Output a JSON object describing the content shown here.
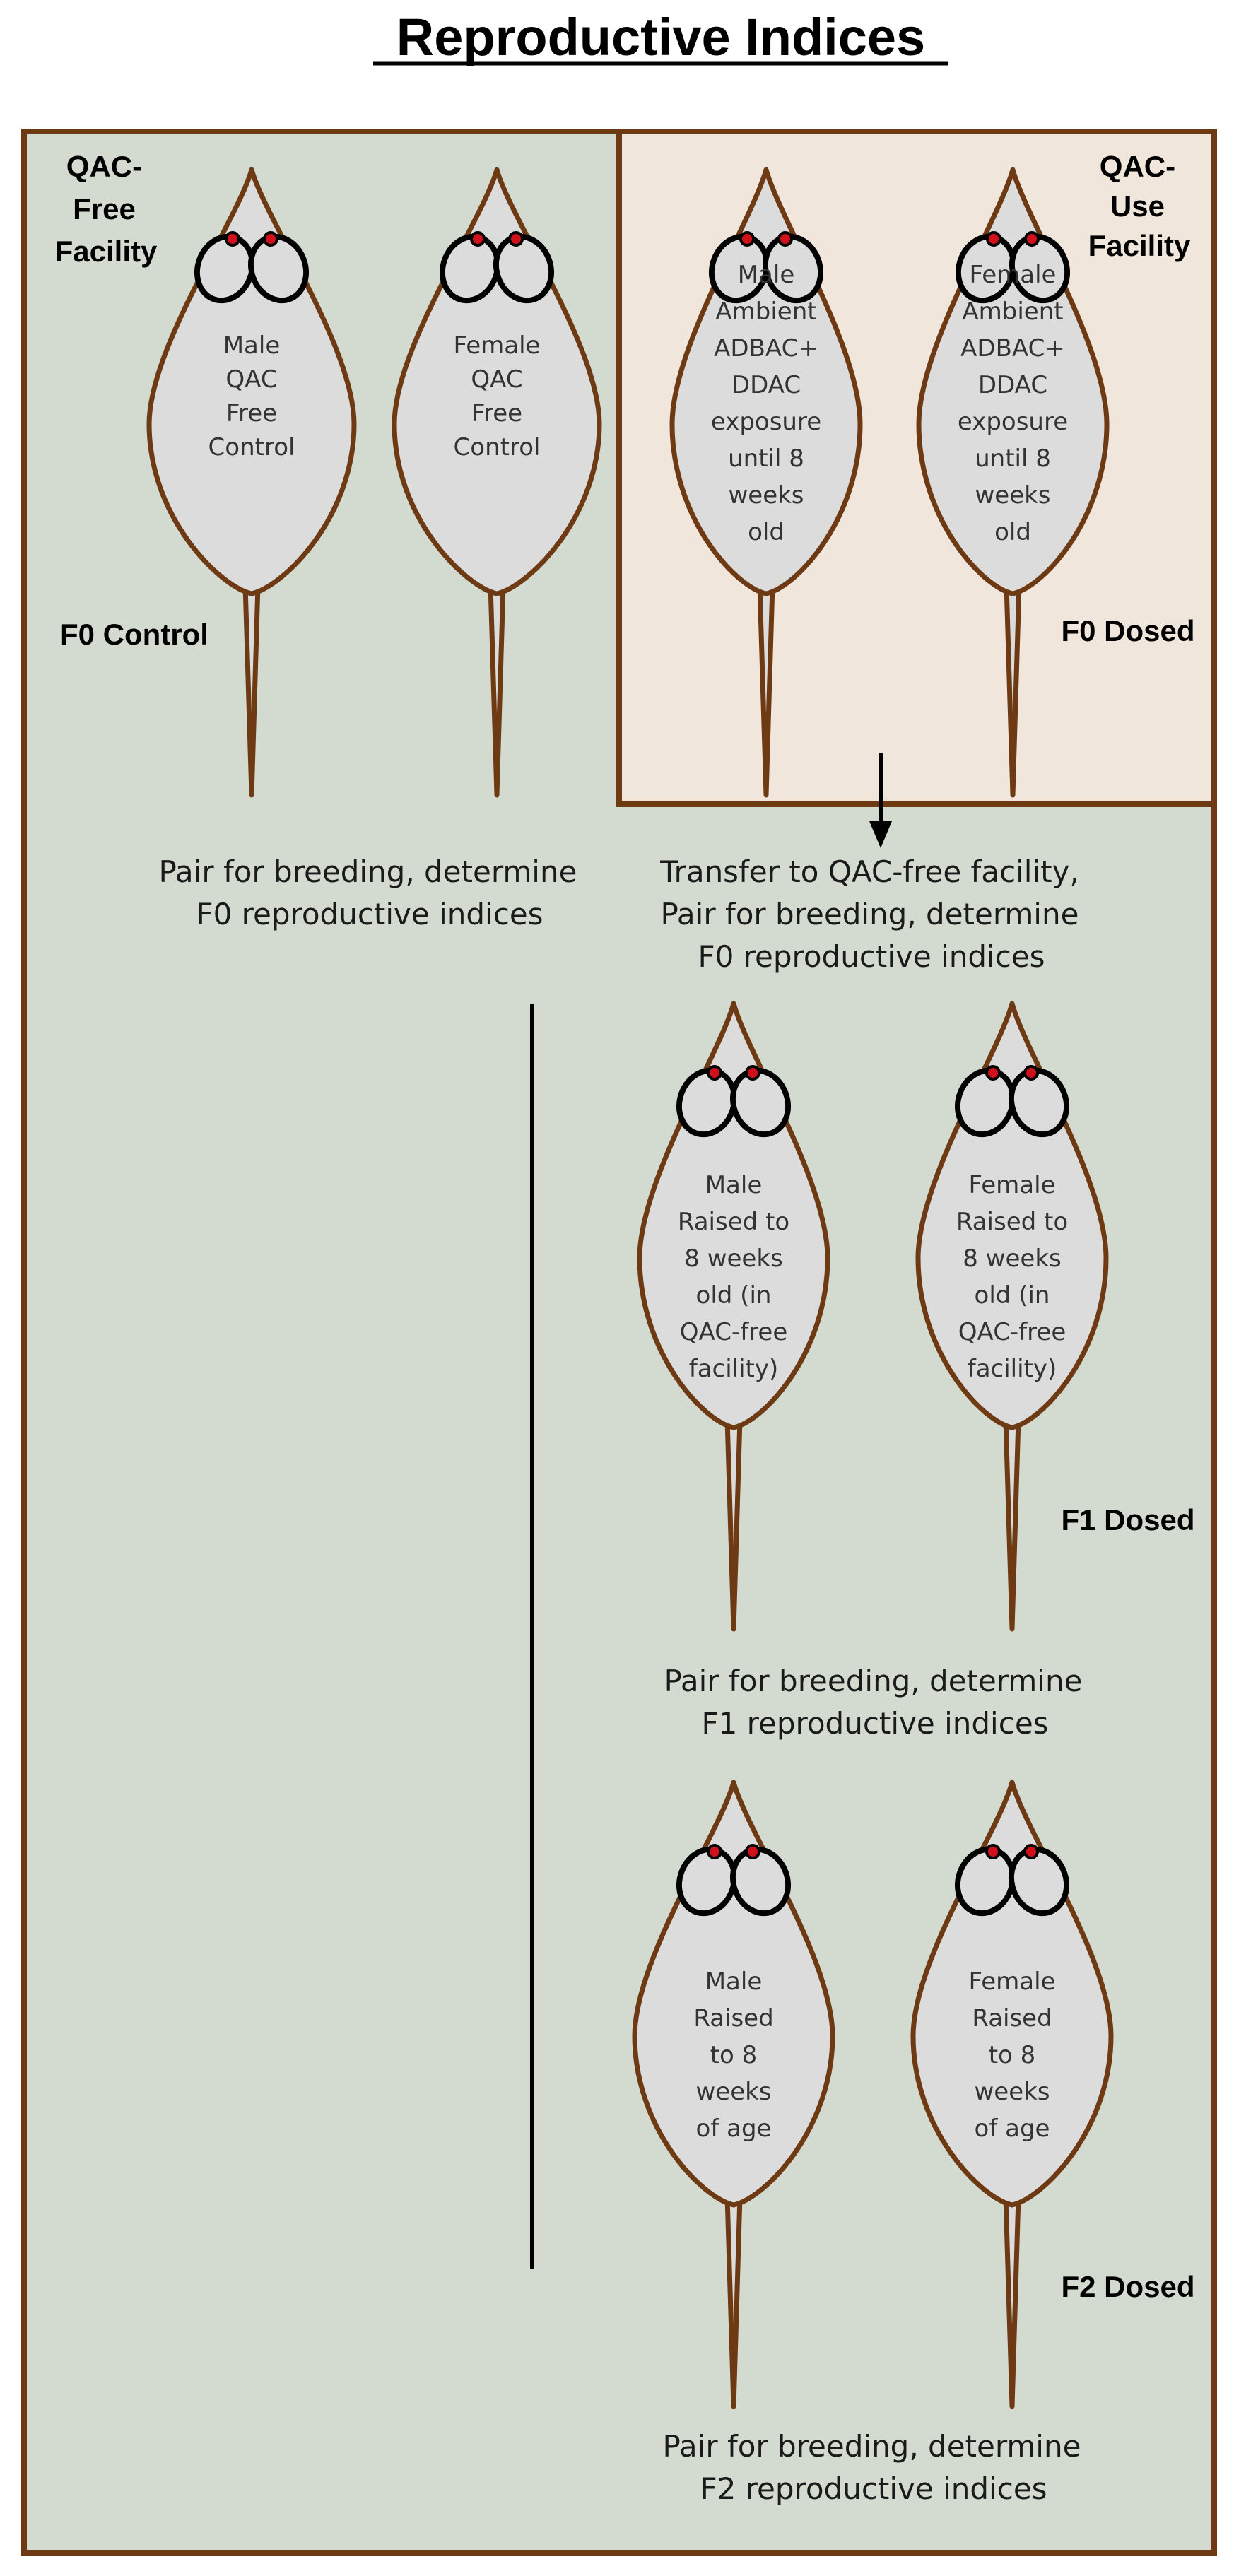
{
  "title": "Reproductive Indices",
  "colors": {
    "outline": "#6e3a14",
    "background_free": "#d3dbd1",
    "background_use": "#f1e6dc",
    "mouse_body": "#dcdcdc",
    "eye": "#d0101a"
  },
  "facilities": {
    "free_label": [
      "QAC-",
      "Free",
      "Facility"
    ],
    "use_label": [
      "QAC-",
      "Use",
      "Facility"
    ]
  },
  "groups": {
    "f0_control": "F0 Control",
    "f0_dosed": "F0 Dosed",
    "f1_dosed": "F1 Dosed",
    "f2_dosed": "F2 Dosed"
  },
  "mice": {
    "control_male": [
      "Male",
      "QAC",
      "Free",
      "Control"
    ],
    "control_female": [
      "Female",
      "QAC",
      "Free",
      "Control"
    ],
    "f0_male": [
      "Male",
      "Ambient",
      "ADBAC+",
      "DDAC",
      "exposure",
      "until 8",
      "weeks",
      "old"
    ],
    "f0_female": [
      "Female",
      "Ambient",
      "ADBAC+",
      "DDAC",
      "exposure",
      "until 8",
      "weeks",
      "old"
    ],
    "f1_male": [
      "Male",
      "Raised to",
      "8 weeks",
      "old (in",
      "QAC-free",
      "facility)"
    ],
    "f1_female": [
      "Female",
      "Raised to",
      "8 weeks",
      "old (in",
      "QAC-free",
      "facility)"
    ],
    "f2_male": [
      "Male",
      "Raised",
      "to 8",
      "weeks",
      "of age"
    ],
    "f2_female": [
      "Female",
      "Raised",
      "to 8",
      "weeks",
      "of age"
    ]
  },
  "captions": {
    "control": [
      "Pair for breeding, determine",
      "F0 reproductive indices"
    ],
    "f0": [
      "Transfer to QAC-free facility,",
      "Pair for breeding, determine",
      "F0 reproductive indices"
    ],
    "f1": [
      "Pair for breeding, determine",
      "F1 reproductive indices"
    ],
    "f2": [
      "Pair for breeding, determine",
      "F2 reproductive indices"
    ]
  }
}
